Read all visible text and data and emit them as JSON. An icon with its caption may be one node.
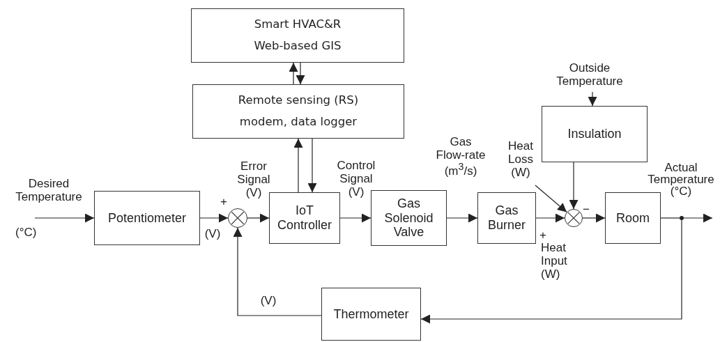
{
  "diagram": {
    "nodes": [
      {
        "text": [
          "Smart HVAC&R",
          "Web-based GIS"
        ]
      },
      {
        "text": [
          "Remote sensing (RS)",
          "modem, data logger"
        ]
      },
      {
        "text": [
          "Desired Temperature"
        ],
        "beside": [
          "(°C)"
        ]
      },
      {
        "text": [
          "Potentiometer"
        ]
      },
      {
        "text": [],
        "shape": "circle"
      },
      {
        "text": [
          "IoT Controller"
        ]
      },
      {
        "text": [
          "Gas Solenoid Valve"
        ]
      },
      {
        "text": [
          "Gas Burner"
        ]
      },
      {
        "text": [
          "Outside Temperature"
        ]
      },
      {
        "text": [
          "Insulation"
        ]
      },
      {
        "text": [
          "Heat Loss (W)"
        ]
      },
      {
        "text": [],
        "shape": "circle"
      },
      {
        "text": [
          "Room"
        ]
      },
      {
        "text": [],
        "shape": "dot"
      },
      {
        "text": [
          "Thermometer"
        ]
      }
    ],
    "edges": [
      {
        "from": 1,
        "to": 0,
        "arrow": "to"
      },
      {
        "from": 0,
        "to": 1,
        "arrow": "to"
      },
      {
        "from": 5,
        "to": 1,
        "arrow": "to"
      },
      {
        "from": 1,
        "to": 5,
        "arrow": "to"
      },
      {
        "from": 2,
        "to": 3,
        "arrow": "to"
      },
      {
        "from": 3,
        "to": 4,
        "arrow": "to"
      },
      {
        "from": 4,
        "to": 5,
        "arrow": "to"
      },
      {
        "from": 5,
        "to": 6,
        "arrow": "to"
      },
      {
        "from": 6,
        "to": 7,
        "arrow": "to"
      },
      {
        "from": 7,
        "to": 11,
        "arrow": "to"
      },
      {
        "from": 8,
        "to": 9,
        "arrow": "to"
      },
      {
        "from": 10,
        "to": 11,
        "arrow": "to"
      },
      {
        "from": 9,
        "to": 11,
        "arrow": "to"
      },
      {
        "from": 11,
        "to": 12,
        "arrow": "to"
      },
      {
        "from": 12,
        "to": 13,
        "arrow": "none"
      },
      {
        "from": 13,
        "to": null,
        "arrow": "to"
      },
      {
        "from": 13,
        "to": 14,
        "arrow": "to"
      },
      {
        "from": 14,
        "to": 4,
        "arrow": "to"
      }
    ],
    "labels": [
      "+",
      "(V)",
      "Error Signal (V)",
      "Control Signal (V)",
      "Gas Flow-rate (m$^{3}$/s)",
      "−",
      "+",
      "Heat Input (W)",
      "Actual Temperature (°C)",
      "(V)"
    ]
  }
}
